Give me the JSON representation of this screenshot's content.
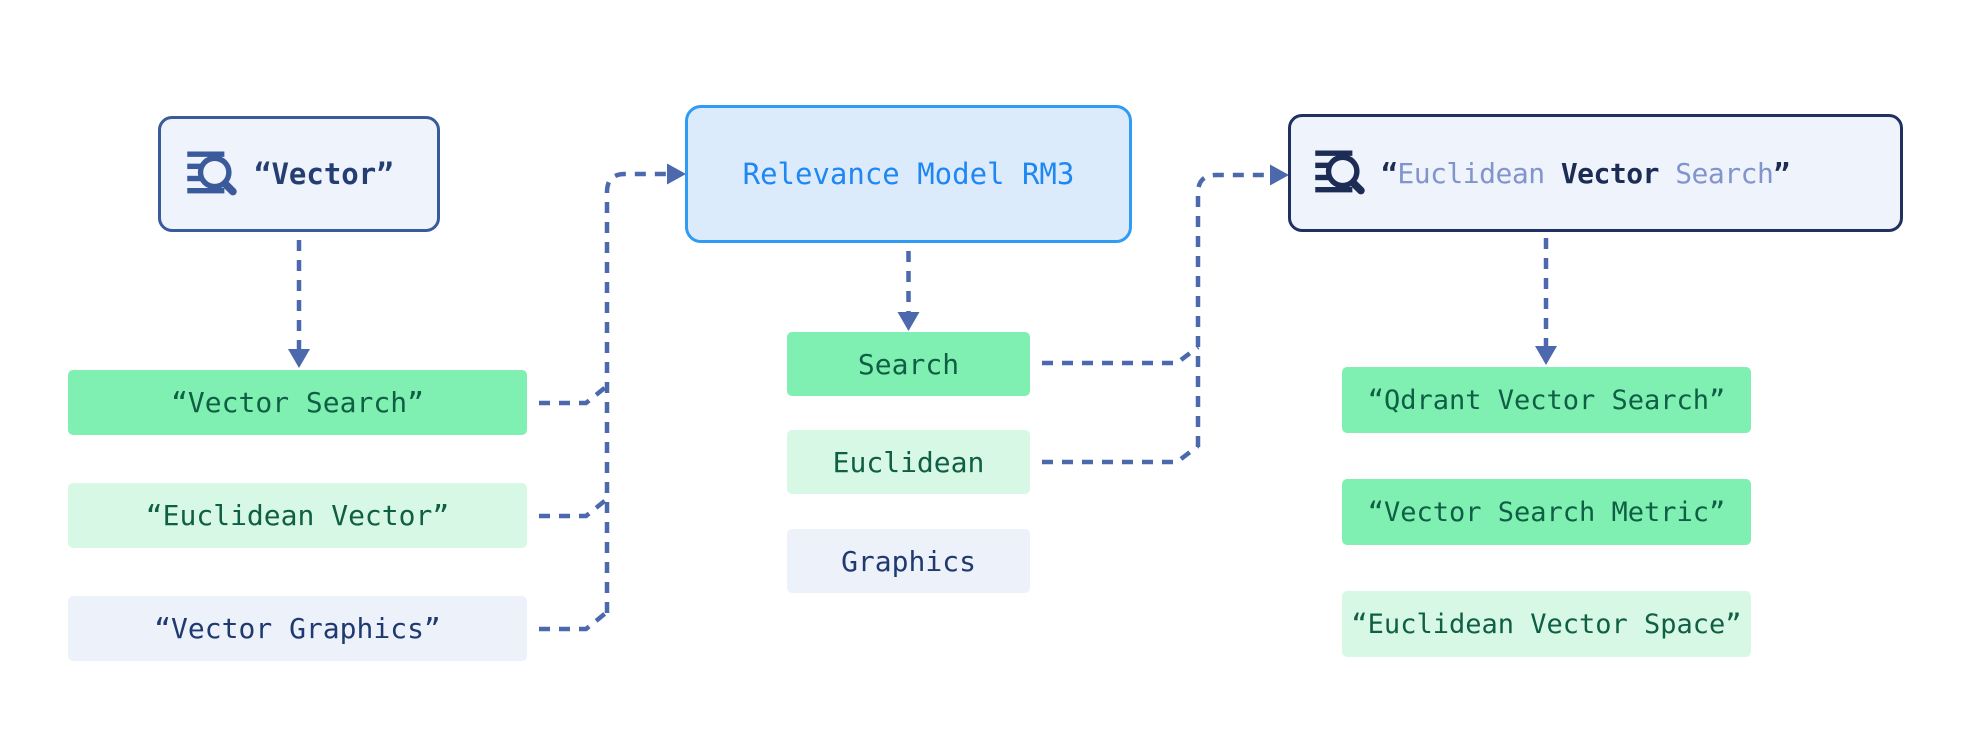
{
  "palette": {
    "bg": "#ffffff",
    "searchbox-bg": "#eef3fc",
    "searchbox-border": "#3b5a9b",
    "searchbox-ink": "#243d72",
    "darkbox-border": "#20305f",
    "darkbox-ink": "#1d2c55",
    "muted-ink": "#8294cc",
    "rm3-bg": "#dcebfc",
    "rm3-border": "#2e9bf5",
    "rm3-ink": "#1f87f2",
    "green": "#7ff0b1",
    "mint": "#d8f8e6",
    "slate": "#edf1f9",
    "green-ink": "#0f5f45",
    "navy-ink": "#1f3a70",
    "connector": "#4c69ad"
  },
  "icons": {
    "left_query_icon": "list-search-icon",
    "right_query_icon": "list-search-icon"
  },
  "left_query": {
    "label": "“Vector”"
  },
  "left_results": {
    "items": [
      {
        "label": "“Vector Search”",
        "tone": "green"
      },
      {
        "label": "“Euclidean Vector”",
        "tone": "mint"
      },
      {
        "label": "“Vector Graphics”",
        "tone": "slate"
      }
    ]
  },
  "rm3": {
    "label": "Relevance Model RM3"
  },
  "expansion_terms": {
    "items": [
      {
        "label": "Search",
        "tone": "green"
      },
      {
        "label": "Euclidean",
        "tone": "mint"
      },
      {
        "label": "Graphics",
        "tone": "slate"
      }
    ]
  },
  "right_query": {
    "open_quote": "“",
    "words": [
      {
        "text": "Euclidean",
        "emphasis": "muted"
      },
      {
        "text": "Vector",
        "emphasis": "strong"
      },
      {
        "text": "Search",
        "emphasis": "muted"
      }
    ],
    "close_quote": "”"
  },
  "right_results": {
    "items": [
      {
        "label": "“Qdrant Vector Search”",
        "tone": "green"
      },
      {
        "label": "“Vector Search Metric”",
        "tone": "green"
      },
      {
        "label": "“Euclidean Vector Space”",
        "tone": "mint"
      }
    ]
  }
}
